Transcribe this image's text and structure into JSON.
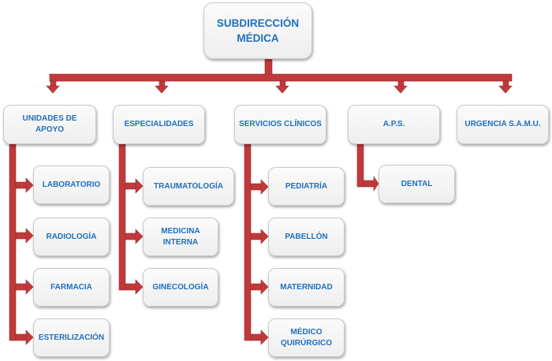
{
  "diagram": {
    "type": "org-chart",
    "connector_color": "#c0393b",
    "box_text_color": "#1f6fbd",
    "root": {
      "label_line1": "SUBDIRECCIÓN",
      "label_line2": "MÉDICA"
    },
    "departments": [
      {
        "label_line1": "UNIDADES DE",
        "label_line2": "APOYO",
        "children": [
          "LABORATORIO",
          "RADIOLOGÍA",
          "FARMACIA",
          "ESTERILIZACIÓN"
        ]
      },
      {
        "label_line1": "ESPECIALIDADES",
        "label_line2": "",
        "children": [
          "TRAUMATOLOGÍA",
          "MEDICINA INTERNA",
          "GINECOLOGÍA"
        ]
      },
      {
        "label_line1": "SERVICIOS CLÍNICOS",
        "label_line2": "",
        "children": [
          "PEDIATRÍA",
          "PABELLÓN",
          "MATERNIDAD",
          "MÉDICO QUIRÚRGICO"
        ]
      },
      {
        "label_line1": "A.P.S.",
        "label_line2": "",
        "children": [
          "DENTAL"
        ]
      },
      {
        "label_line1": "URGENCIA S.A.M.U.",
        "label_line2": "",
        "children": []
      }
    ]
  }
}
